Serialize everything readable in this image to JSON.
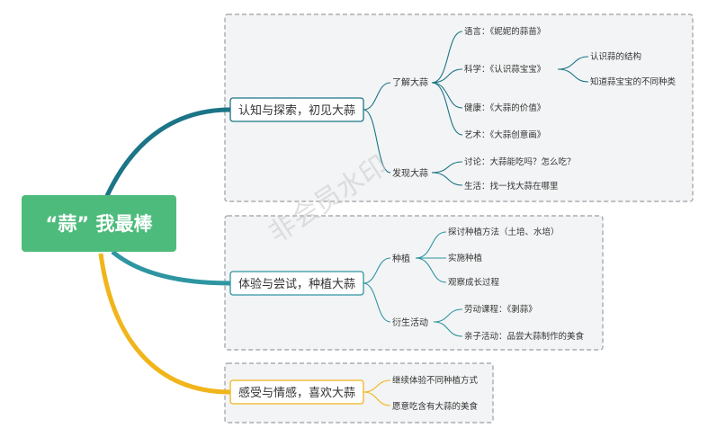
{
  "root": {
    "label": "“蒜”  我最棒"
  },
  "watermark": "非会员水印",
  "colors": {
    "root": "#4dbb7c",
    "branch1": "#1c7487",
    "branch2": "#2e95a1",
    "branch3": "#f1b51c",
    "box": "#f3f4f5",
    "dash": "#9a9ea3"
  },
  "branches": [
    {
      "label": "认知与探索，初见大蒜",
      "subs": [
        {
          "label": "了解大蒜",
          "items": [
            {
              "label": "语言：《妮妮的蒜苗》"
            },
            {
              "label": "科学：《认识蒜宝宝》",
              "items": [
                "认识蒜的结构",
                "知道蒜宝宝的不同种类"
              ]
            },
            {
              "label": "健康：《大蒜的价值》"
            },
            {
              "label": "艺术：《大蒜创意画》"
            }
          ]
        },
        {
          "label": "发现大蒜",
          "items": [
            {
              "label": "讨论：大蒜能吃吗？怎么吃？"
            },
            {
              "label": "生活：找一找大蒜在哪里"
            }
          ]
        }
      ]
    },
    {
      "label": "体验与尝试，种植大蒜",
      "subs": [
        {
          "label": "种植",
          "items": [
            {
              "label": "探讨种植方法（土培、水培）"
            },
            {
              "label": "实施种植"
            },
            {
              "label": "观察成长过程"
            }
          ]
        },
        {
          "label": "衍生活动",
          "items": [
            {
              "label": "劳动课程：《剥蒜》"
            },
            {
              "label": "亲子活动：品尝大蒜制作的美食"
            }
          ]
        }
      ]
    },
    {
      "label": "感受与情感，喜欢大蒜",
      "subs": [
        {
          "label": "继续体验不同种植方式",
          "items": []
        },
        {
          "label": "愿意吃含有大蒜的美食",
          "items": []
        }
      ]
    }
  ]
}
